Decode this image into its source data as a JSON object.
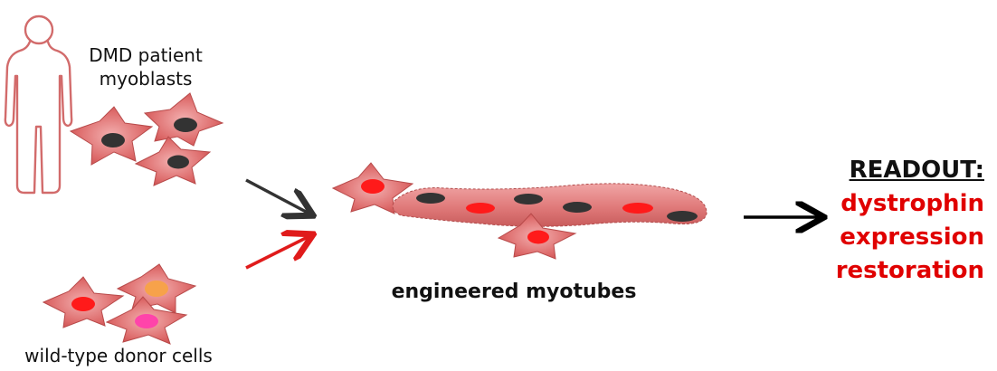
{
  "labels": {
    "patient_line1": "DMD patient",
    "patient_line2": "myoblasts",
    "donor": "wild-type donor cells",
    "myotubes": "engineered myotubes"
  },
  "readout": {
    "title": "READOUT:",
    "lines": [
      "dystrophin",
      "expression",
      "restoration"
    ]
  },
  "colors": {
    "cell_fill": "#d95a5a",
    "cell_body_light": "#f0a3a3",
    "nucleus_dmd": "#333333",
    "nucleus_wt": "#ff1a1a",
    "nucleus_orange": "#f7a24a",
    "nucleus_pink": "#ff44aa",
    "human_outline": "#d26b6b",
    "arrow_dark": "#333333",
    "arrow_red": "#e01b1b",
    "arrow_black": "#000000",
    "readout_red": "#e00000"
  },
  "icons": [
    "human-outline-icon",
    "myoblast-cell-icon",
    "myotube-icon",
    "arrow-icon"
  ]
}
